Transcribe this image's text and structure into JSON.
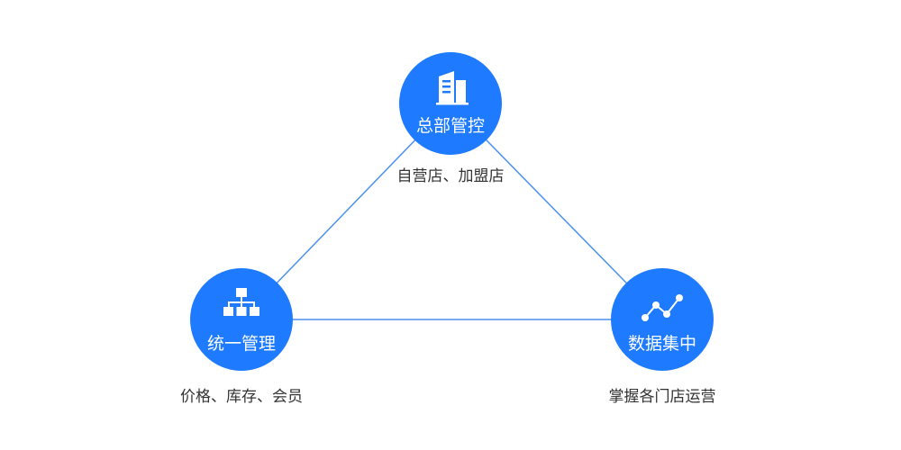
{
  "colors": {
    "node_fill": "#1e7bff",
    "connector": "#4a90f0",
    "label_text": "#ffffff",
    "desc_text": "#333333"
  },
  "nodes": {
    "top": {
      "label": "总部管控",
      "description": "自营店、加盟店",
      "icon": "building-icon"
    },
    "left": {
      "label": "统一管理",
      "description": "价格、库存、会员",
      "icon": "hierarchy-icon"
    },
    "right": {
      "label": "数据集中",
      "description": "掌握各门店运营",
      "icon": "line-chart-icon"
    }
  }
}
